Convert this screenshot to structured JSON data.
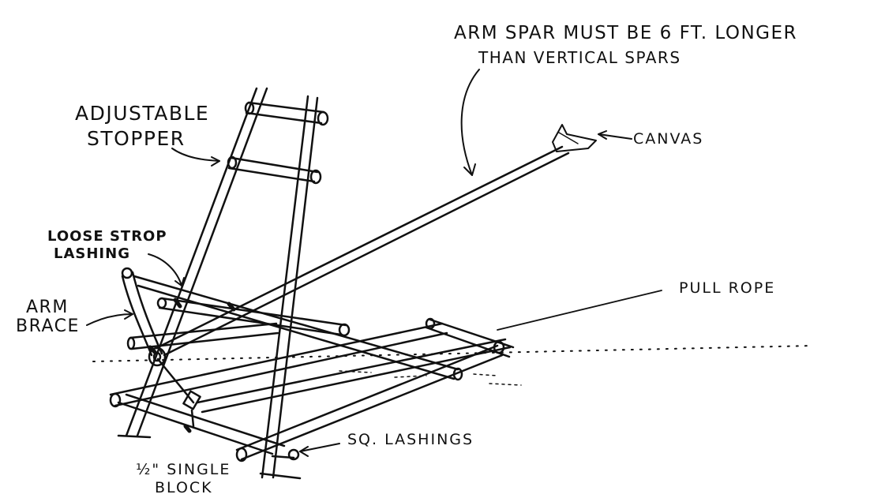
{
  "labels": {
    "arm_spar_line1": "ARM SPAR MUST BE 6 FT. LONGER",
    "arm_spar_line2": "THAN VERTICAL SPARS",
    "canvas": "CANVAS",
    "adjustable": "ADJUSTABLE",
    "stopper": "STOPPER",
    "loose_strop": "LOOSE STROP",
    "lashing": "LASHING",
    "arm": "ARM",
    "brace": "BRACE",
    "pull_rope": "PULL ROPE",
    "sq_lashings": "SQ. LASHINGS",
    "single_block_line1": "½\" SINGLE",
    "single_block_line2": "BLOCK"
  },
  "colors": {
    "ink": "#111111",
    "paper": "#ffffff"
  }
}
